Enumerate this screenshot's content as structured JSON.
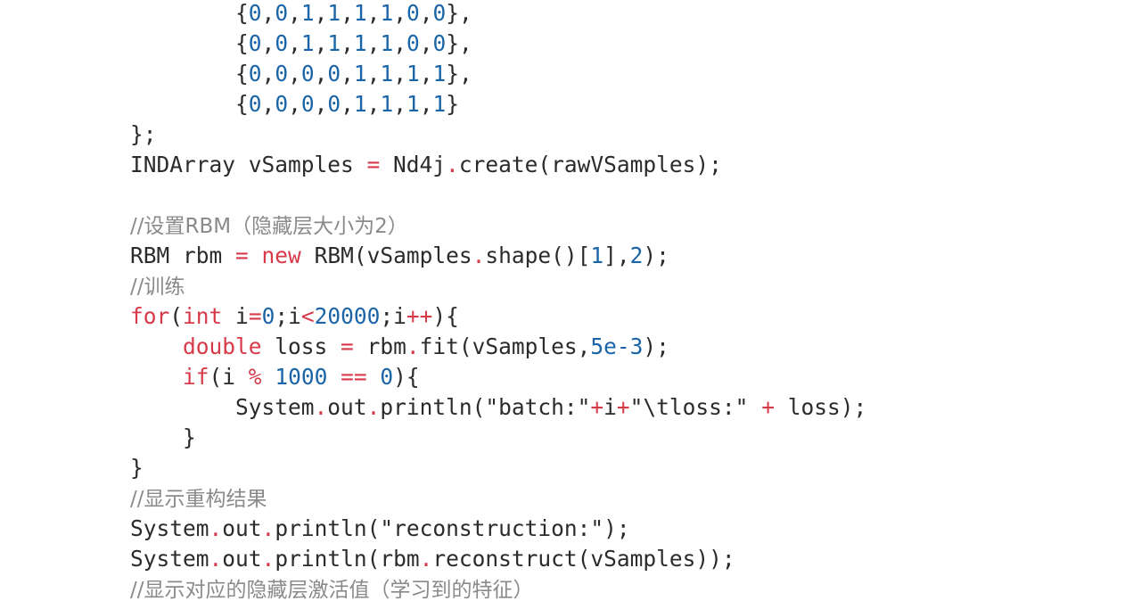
{
  "colors": {
    "background": "#ffffff",
    "text": "#2b2b2b",
    "keyword": "#d73a49",
    "number": "#1a64a8",
    "comment": "#8a8a8a"
  },
  "code": {
    "lines": [
      {
        "indent": "        ",
        "tokens": [
          [
            "text",
            "{"
          ],
          [
            "num",
            "0"
          ],
          [
            "text",
            ","
          ],
          [
            "num",
            "0"
          ],
          [
            "text",
            ","
          ],
          [
            "num",
            "1"
          ],
          [
            "text",
            ","
          ],
          [
            "num",
            "1"
          ],
          [
            "text",
            ","
          ],
          [
            "num",
            "1"
          ],
          [
            "text",
            ","
          ],
          [
            "num",
            "1"
          ],
          [
            "text",
            ","
          ],
          [
            "num",
            "0"
          ],
          [
            "text",
            ","
          ],
          [
            "num",
            "0"
          ],
          [
            "text",
            "},"
          ]
        ]
      },
      {
        "indent": "        ",
        "tokens": [
          [
            "text",
            "{"
          ],
          [
            "num",
            "0"
          ],
          [
            "text",
            ","
          ],
          [
            "num",
            "0"
          ],
          [
            "text",
            ","
          ],
          [
            "num",
            "1"
          ],
          [
            "text",
            ","
          ],
          [
            "num",
            "1"
          ],
          [
            "text",
            ","
          ],
          [
            "num",
            "1"
          ],
          [
            "text",
            ","
          ],
          [
            "num",
            "1"
          ],
          [
            "text",
            ","
          ],
          [
            "num",
            "0"
          ],
          [
            "text",
            ","
          ],
          [
            "num",
            "0"
          ],
          [
            "text",
            "},"
          ]
        ]
      },
      {
        "indent": "        ",
        "tokens": [
          [
            "text",
            "{"
          ],
          [
            "num",
            "0"
          ],
          [
            "text",
            ","
          ],
          [
            "num",
            "0"
          ],
          [
            "text",
            ","
          ],
          [
            "num",
            "0"
          ],
          [
            "text",
            ","
          ],
          [
            "num",
            "0"
          ],
          [
            "text",
            ","
          ],
          [
            "num",
            "1"
          ],
          [
            "text",
            ","
          ],
          [
            "num",
            "1"
          ],
          [
            "text",
            ","
          ],
          [
            "num",
            "1"
          ],
          [
            "text",
            ","
          ],
          [
            "num",
            "1"
          ],
          [
            "text",
            "},"
          ]
        ]
      },
      {
        "indent": "        ",
        "tokens": [
          [
            "text",
            "{"
          ],
          [
            "num",
            "0"
          ],
          [
            "text",
            ","
          ],
          [
            "num",
            "0"
          ],
          [
            "text",
            ","
          ],
          [
            "num",
            "0"
          ],
          [
            "text",
            ","
          ],
          [
            "num",
            "0"
          ],
          [
            "text",
            ","
          ],
          [
            "num",
            "1"
          ],
          [
            "text",
            ","
          ],
          [
            "num",
            "1"
          ],
          [
            "text",
            ","
          ],
          [
            "num",
            "1"
          ],
          [
            "text",
            ","
          ],
          [
            "num",
            "1"
          ],
          [
            "text",
            "}"
          ]
        ]
      },
      {
        "indent": "",
        "tokens": [
          [
            "text",
            "};"
          ]
        ]
      },
      {
        "indent": "",
        "tokens": [
          [
            "text",
            "INDArray vSamples "
          ],
          [
            "op",
            "="
          ],
          [
            "text",
            " Nd4j"
          ],
          [
            "op",
            "."
          ],
          [
            "text",
            "create(rawVSamples);"
          ]
        ]
      },
      {
        "indent": "",
        "tokens": []
      },
      {
        "indent": "",
        "tokens": [
          [
            "comment",
            "//设置RBM（隐藏层大小为2）"
          ]
        ]
      },
      {
        "indent": "",
        "tokens": [
          [
            "text",
            "RBM rbm "
          ],
          [
            "op",
            "="
          ],
          [
            "text",
            " "
          ],
          [
            "kw",
            "new"
          ],
          [
            "text",
            " RBM(vSamples"
          ],
          [
            "op",
            "."
          ],
          [
            "text",
            "shape()["
          ],
          [
            "num",
            "1"
          ],
          [
            "text",
            "],"
          ],
          [
            "num",
            "2"
          ],
          [
            "text",
            ");"
          ]
        ]
      },
      {
        "indent": "",
        "tokens": [
          [
            "comment",
            "//训练"
          ]
        ]
      },
      {
        "indent": "",
        "tokens": [
          [
            "kw",
            "for"
          ],
          [
            "text",
            "("
          ],
          [
            "kw",
            "int"
          ],
          [
            "text",
            " i"
          ],
          [
            "op",
            "="
          ],
          [
            "num",
            "0"
          ],
          [
            "text",
            ";i"
          ],
          [
            "op",
            "<"
          ],
          [
            "num",
            "20000"
          ],
          [
            "text",
            ";i"
          ],
          [
            "op",
            "++"
          ],
          [
            "text",
            "){"
          ]
        ]
      },
      {
        "indent": "    ",
        "tokens": [
          [
            "kw",
            "double"
          ],
          [
            "text",
            " loss "
          ],
          [
            "op",
            "="
          ],
          [
            "text",
            " rbm"
          ],
          [
            "op",
            "."
          ],
          [
            "text",
            "fit(vSamples,"
          ],
          [
            "num",
            "5e-3"
          ],
          [
            "text",
            ");"
          ]
        ]
      },
      {
        "indent": "    ",
        "tokens": [
          [
            "kw",
            "if"
          ],
          [
            "text",
            "(i "
          ],
          [
            "op",
            "%"
          ],
          [
            "text",
            " "
          ],
          [
            "num",
            "1000"
          ],
          [
            "text",
            " "
          ],
          [
            "op",
            "=="
          ],
          [
            "text",
            " "
          ],
          [
            "num",
            "0"
          ],
          [
            "text",
            "){"
          ]
        ]
      },
      {
        "indent": "        ",
        "tokens": [
          [
            "text",
            "System"
          ],
          [
            "op",
            "."
          ],
          [
            "text",
            "out"
          ],
          [
            "op",
            "."
          ],
          [
            "text",
            "println("
          ],
          [
            "str",
            "\"batch:\""
          ],
          [
            "op",
            "+"
          ],
          [
            "text",
            "i"
          ],
          [
            "op",
            "+"
          ],
          [
            "str",
            "\"\\tloss:\""
          ],
          [
            "text",
            " "
          ],
          [
            "op",
            "+"
          ],
          [
            "text",
            " loss);"
          ]
        ]
      },
      {
        "indent": "    ",
        "tokens": [
          [
            "text",
            "}"
          ]
        ]
      },
      {
        "indent": "",
        "tokens": [
          [
            "text",
            "}"
          ]
        ]
      },
      {
        "indent": "",
        "tokens": [
          [
            "comment",
            "//显示重构结果"
          ]
        ]
      },
      {
        "indent": "",
        "tokens": [
          [
            "text",
            "System"
          ],
          [
            "op",
            "."
          ],
          [
            "text",
            "out"
          ],
          [
            "op",
            "."
          ],
          [
            "text",
            "println("
          ],
          [
            "str",
            "\"reconstruction:\""
          ],
          [
            "text",
            ");"
          ]
        ]
      },
      {
        "indent": "",
        "tokens": [
          [
            "text",
            "System"
          ],
          [
            "op",
            "."
          ],
          [
            "text",
            "out"
          ],
          [
            "op",
            "."
          ],
          [
            "text",
            "println(rbm"
          ],
          [
            "op",
            "."
          ],
          [
            "text",
            "reconstruct(vSamples));"
          ]
        ]
      },
      {
        "indent": "",
        "tokens": [
          [
            "comment",
            "//显示对应的隐藏层激活值（学习到的特征）"
          ]
        ]
      }
    ]
  }
}
